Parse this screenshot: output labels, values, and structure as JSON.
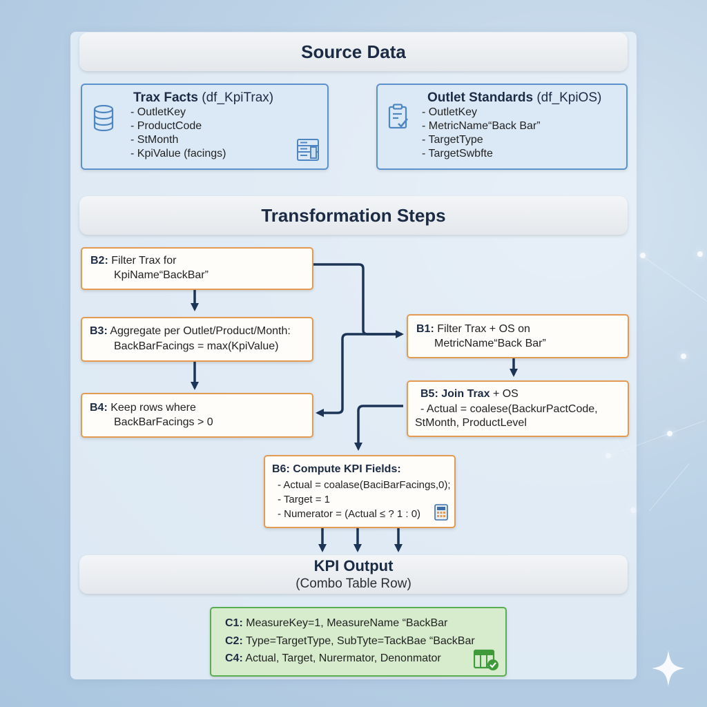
{
  "source_section": {
    "title": "Source Data",
    "trax": {
      "name": "Trax Facts",
      "table": "(df_KpiTrax)",
      "fields": [
        "OutletKey",
        "ProductCode",
        "StMonth",
        "KpiValue (facings)"
      ],
      "icon": "database-icon"
    },
    "outlet": {
      "name": "Outlet Standards",
      "table": "(df_KpiOS)",
      "fields": [
        "OutletKey",
        "MetricName“Back Bar”",
        "TargetType",
        "TargetSwbfte"
      ],
      "icon": "clipboard-check-icon"
    }
  },
  "transform_section": {
    "title": "Transformation Steps",
    "steps": {
      "b2": {
        "label": "B2:",
        "line1": "Filter Trax for",
        "line2": "KpiName“BackBar”"
      },
      "b3": {
        "label": "B3:",
        "line1": "Aggregate per Outlet/Product/Month:",
        "line2": "BackBarFacings = max(KpiValue)"
      },
      "b4": {
        "label": "B4:",
        "line1": "Keep rows where",
        "line2": "BackBarFacings > 0"
      },
      "b1": {
        "label": "B1:",
        "line1": "Filter Trax + OS on",
        "line2": "MetricName“Back Bar”"
      },
      "b5": {
        "label": "B5: Join Trax",
        "line1": "+ OS",
        "line2": "- Actual = coalese(BackurPactCode,",
        "line3": "StMonth, ProductLevel"
      },
      "b6": {
        "label": "B6: Compute KPI Fields:",
        "line1": "- Actual = coalase(BaciBarFacings,0);",
        "line2": "- Target = 1",
        "line3": "- Numerator = (Actual ≤ ? 1 : 0)"
      }
    }
  },
  "output_section": {
    "title": "KPI Output",
    "subtitle": "(Combo Table Row)",
    "rows": [
      {
        "label": "C1:",
        "text": "MeasureKey=1, MeasureName “BackBar"
      },
      {
        "label": "C2:",
        "text": "Type=TargetType, SubTyte=TackBae “BackBar"
      },
      {
        "label": "C4:",
        "text": "Actual, Target, Nurermator, Denonmator"
      }
    ]
  },
  "colors": {
    "source_border": "#5c92cc",
    "step_border": "#e59a52",
    "output_border": "#59ad52",
    "arrow": "#1c3557"
  }
}
